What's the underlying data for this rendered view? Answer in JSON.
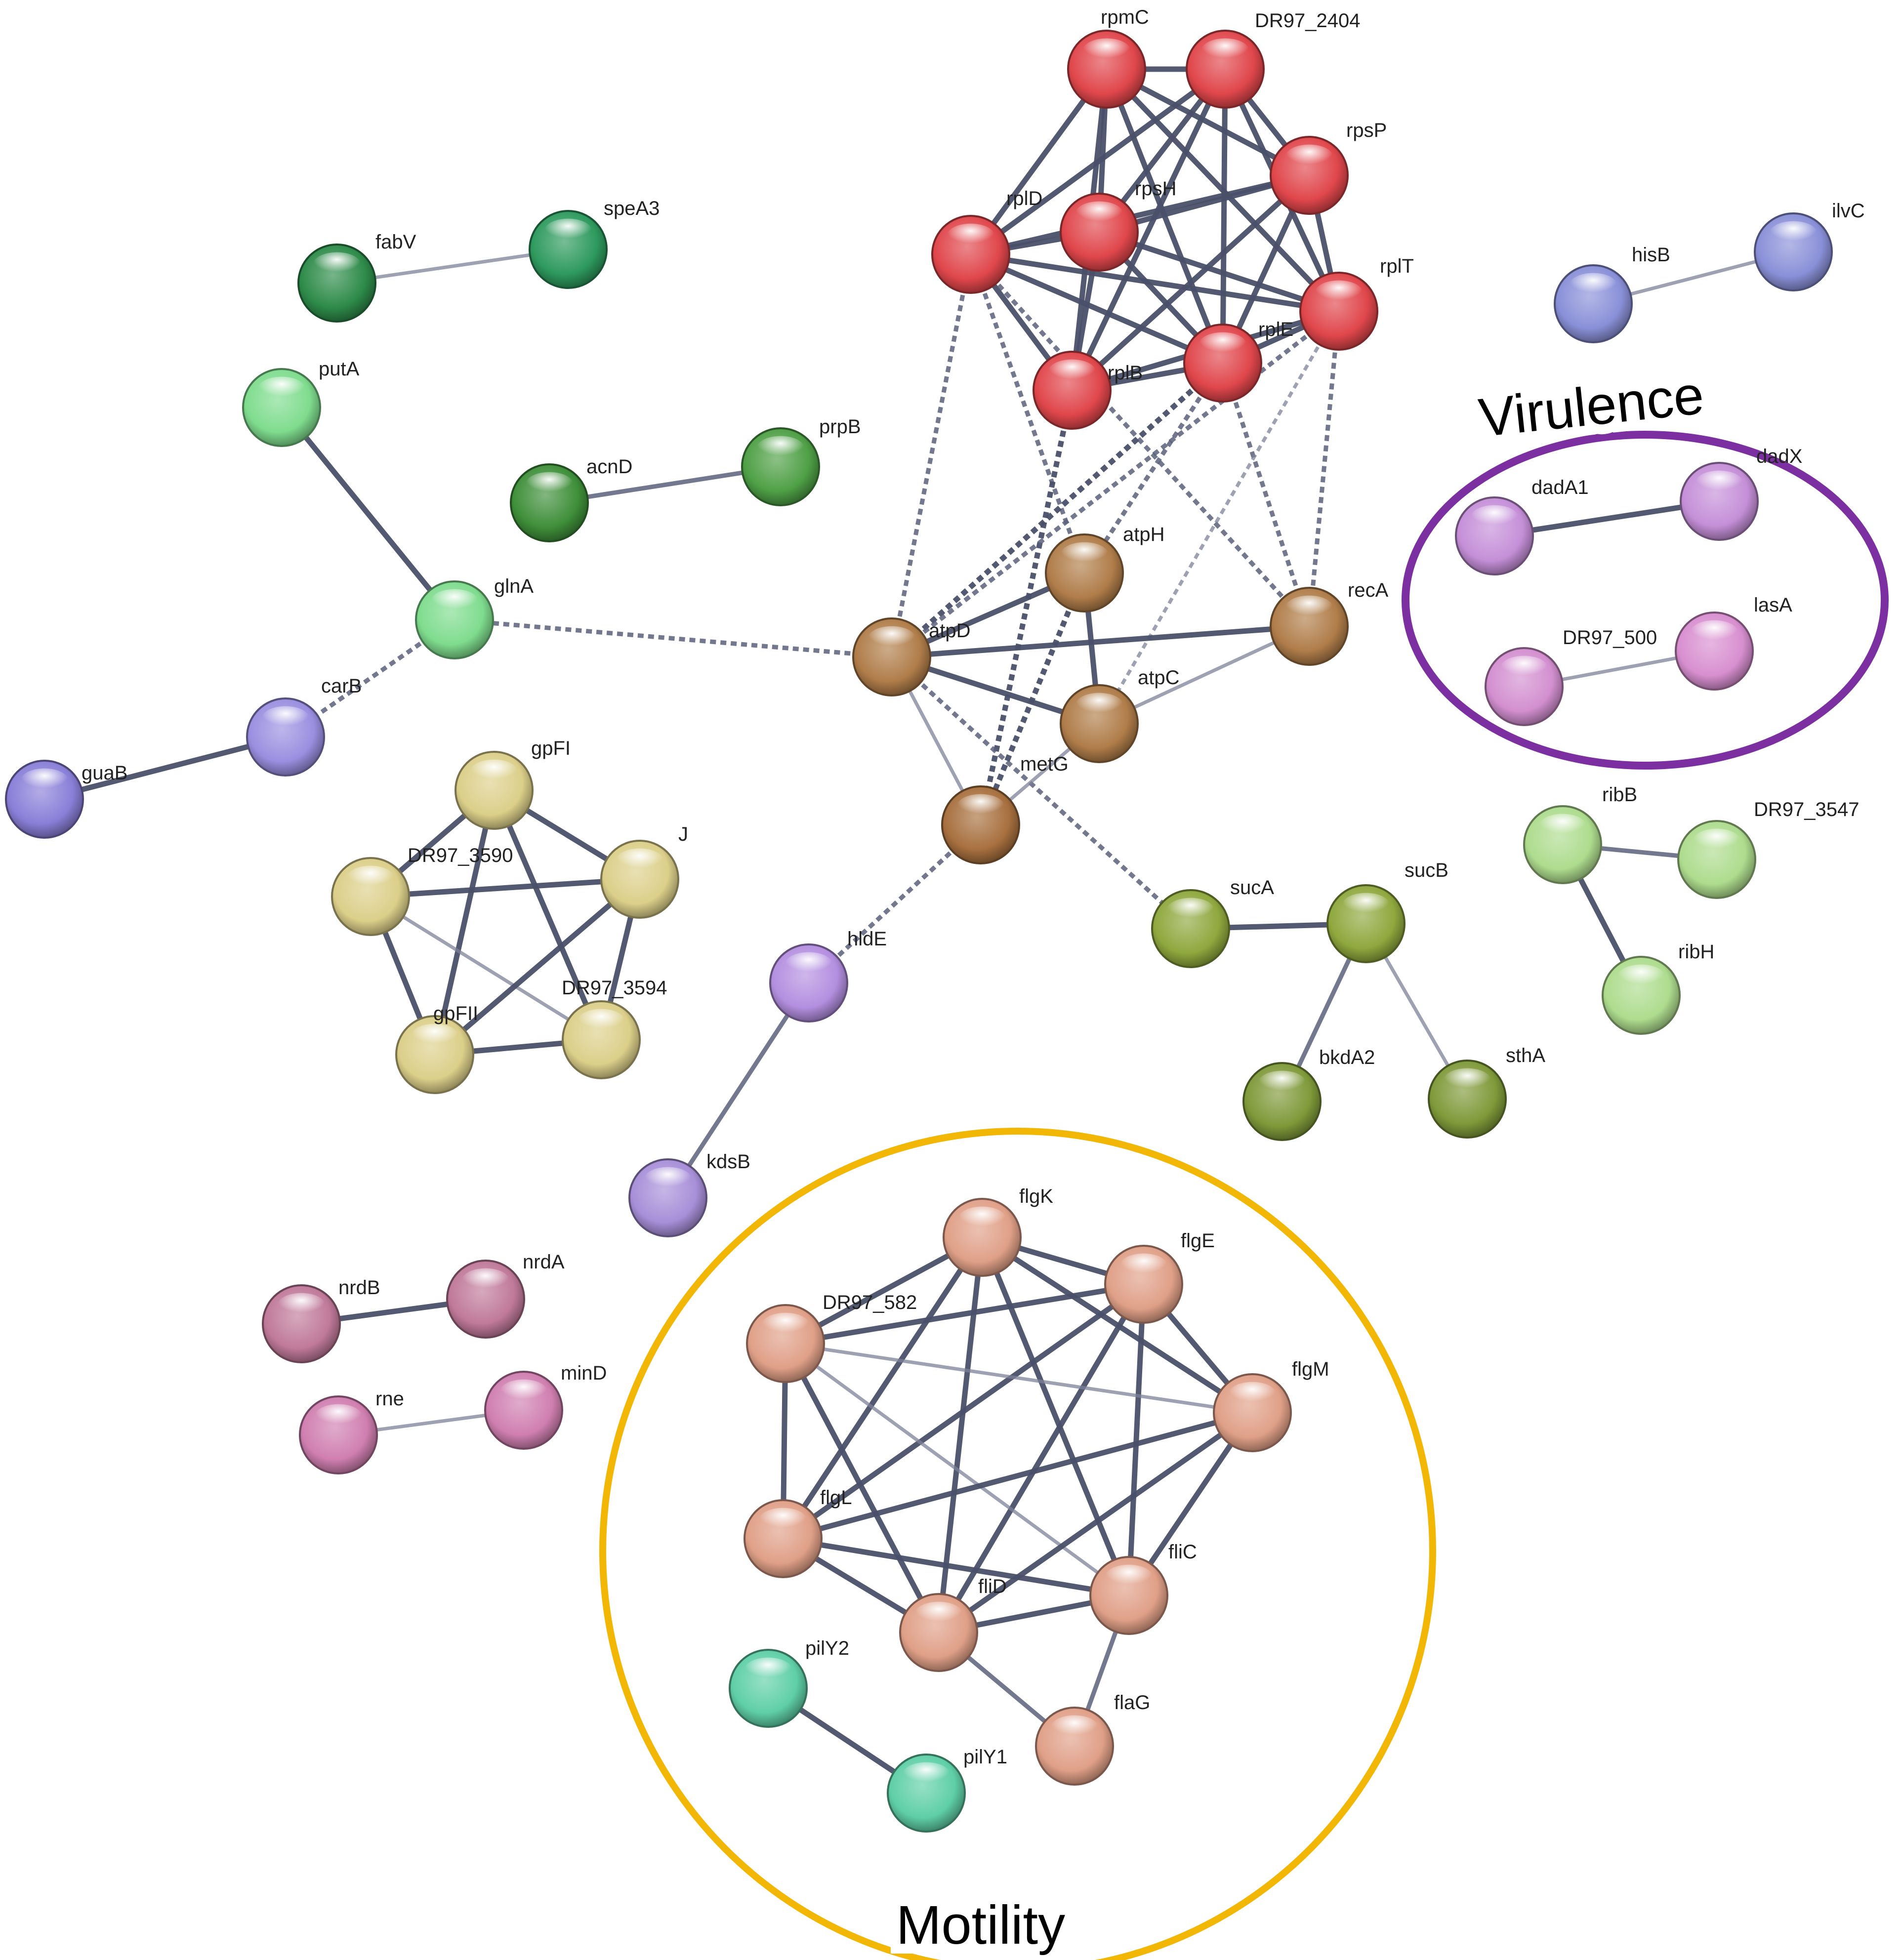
{
  "groups": [
    {
      "id": "virulence",
      "label": "Virulence",
      "color": "#7b2fa0"
    },
    {
      "id": "motility",
      "label": "Motility",
      "color": "#f2b705"
    }
  ],
  "nodes": [
    {
      "id": "rpmC",
      "label": "rpmC",
      "color": "#e0474c"
    },
    {
      "id": "DR97_2404",
      "label": "DR97_2404",
      "color": "#e0474c"
    },
    {
      "id": "rpsP",
      "label": "rpsP",
      "color": "#e0474c"
    },
    {
      "id": "rplD",
      "label": "rplD",
      "color": "#e0474c"
    },
    {
      "id": "rpsH",
      "label": "rpsH",
      "color": "#e0474c"
    },
    {
      "id": "rplT",
      "label": "rplT",
      "color": "#e0474c"
    },
    {
      "id": "rplB",
      "label": "rplB",
      "color": "#e0474c"
    },
    {
      "id": "rplE",
      "label": "rplE",
      "color": "#e0474c"
    },
    {
      "id": "fabV",
      "label": "fabV",
      "color": "#2e8b4a"
    },
    {
      "id": "speA3",
      "label": "speA3",
      "color": "#2e9a5e"
    },
    {
      "id": "putA",
      "label": "putA",
      "color": "#7fdc8e"
    },
    {
      "id": "acnD",
      "label": "acnD",
      "color": "#3f8f3a"
    },
    {
      "id": "prpB",
      "label": "prpB",
      "color": "#4fa046"
    },
    {
      "id": "glnA",
      "label": "glnA",
      "color": "#7fdc8e"
    },
    {
      "id": "carB",
      "label": "carB",
      "color": "#9a8fe0"
    },
    {
      "id": "guaB",
      "label": "guaB",
      "color": "#8a7fd8"
    },
    {
      "id": "hisB",
      "label": "hisB",
      "color": "#8a90d8"
    },
    {
      "id": "ilvC",
      "label": "ilvC",
      "color": "#8a90d8"
    },
    {
      "id": "dadA1",
      "label": "dadA1",
      "color": "#c58fd8"
    },
    {
      "id": "dadX",
      "label": "dadX",
      "color": "#c58fd8"
    },
    {
      "id": "DR97_500",
      "label": "DR97_500",
      "color": "#d38fd0"
    },
    {
      "id": "lasA",
      "label": "lasA",
      "color": "#d88fd0"
    },
    {
      "id": "atpH",
      "label": "atpH",
      "color": "#b07d4a"
    },
    {
      "id": "atpD",
      "label": "atpD",
      "color": "#b07d4a"
    },
    {
      "id": "recA",
      "label": "recA",
      "color": "#b07d4a"
    },
    {
      "id": "atpC",
      "label": "atpC",
      "color": "#b07d4a"
    },
    {
      "id": "metG",
      "label": "metG",
      "color": "#a8703f"
    },
    {
      "id": "gpFI",
      "label": "gpFI",
      "color": "#dccf8a"
    },
    {
      "id": "DR97_3590",
      "label": "DR97_3590",
      "color": "#dccf8a"
    },
    {
      "id": "J",
      "label": "J",
      "color": "#dccf8a"
    },
    {
      "id": "gpFII",
      "label": "gpFII",
      "color": "#dccf8a"
    },
    {
      "id": "DR97_3594",
      "label": "DR97_3594",
      "color": "#dccf8a"
    },
    {
      "id": "hldE",
      "label": "hldE",
      "color": "#b48fe0"
    },
    {
      "id": "kdsB",
      "label": "kdsB",
      "color": "#a88fd8"
    },
    {
      "id": "sucA",
      "label": "sucA",
      "color": "#8fa83e"
    },
    {
      "id": "sucB",
      "label": "sucB",
      "color": "#8fa83e"
    },
    {
      "id": "bkdA2",
      "label": "bkdA2",
      "color": "#7f9a3a"
    },
    {
      "id": "sthA",
      "label": "sthA",
      "color": "#7f9a3a"
    },
    {
      "id": "ribB",
      "label": "ribB",
      "color": "#aedc8e"
    },
    {
      "id": "DR97_3547",
      "label": "DR97_3547",
      "color": "#aedc8e"
    },
    {
      "id": "ribH",
      "label": "ribH",
      "color": "#aedc8e"
    },
    {
      "id": "nrdB",
      "label": "nrdB",
      "color": "#c07a9a"
    },
    {
      "id": "nrdA",
      "label": "nrdA",
      "color": "#c07a9a"
    },
    {
      "id": "rne",
      "label": "rne",
      "color": "#d07fb0"
    },
    {
      "id": "minD",
      "label": "minD",
      "color": "#d07fb0"
    },
    {
      "id": "flgK",
      "label": "flgK",
      "color": "#e0a088"
    },
    {
      "id": "flgE",
      "label": "flgE",
      "color": "#e0a088"
    },
    {
      "id": "DR97_582",
      "label": "DR97_582",
      "color": "#e0a088"
    },
    {
      "id": "flgM",
      "label": "flgM",
      "color": "#e0a088"
    },
    {
      "id": "flgL",
      "label": "flgL",
      "color": "#e0a088"
    },
    {
      "id": "fliC",
      "label": "fliC",
      "color": "#e0a088"
    },
    {
      "id": "fliD",
      "label": "fliD",
      "color": "#e0a088"
    },
    {
      "id": "flaG",
      "label": "flaG",
      "color": "#e0a088"
    },
    {
      "id": "pilY2",
      "label": "pilY2",
      "color": "#5fcfa8"
    },
    {
      "id": "pilY1",
      "label": "pilY1",
      "color": "#5fcfa8"
    }
  ],
  "edges": [
    {
      "source": "rpmC",
      "target": "DR97_2404",
      "style": "solid",
      "weight": "strong"
    },
    {
      "source": "rpmC",
      "target": "rpsP",
      "style": "solid",
      "weight": "strong"
    },
    {
      "source": "rpmC",
      "target": "rplD",
      "style": "solid",
      "weight": "strong"
    },
    {
      "source": "rpmC",
      "target": "rpsH",
      "style": "solid",
      "weight": "strong"
    },
    {
      "source": "rpmC",
      "target": "rplT",
      "style": "solid",
      "weight": "strong"
    },
    {
      "source": "rpmC",
      "target": "rplB",
      "style": "solid",
      "weight": "strong"
    },
    {
      "source": "rpmC",
      "target": "rplE",
      "style": "solid",
      "weight": "strong"
    },
    {
      "source": "DR97_2404",
      "target": "rpsP",
      "style": "solid",
      "weight": "strong"
    },
    {
      "source": "DR97_2404",
      "target": "rplD",
      "style": "solid",
      "weight": "strong"
    },
    {
      "source": "DR97_2404",
      "target": "rpsH",
      "style": "solid",
      "weight": "strong"
    },
    {
      "source": "DR97_2404",
      "target": "rplT",
      "style": "solid",
      "weight": "strong"
    },
    {
      "source": "DR97_2404",
      "target": "rplB",
      "style": "solid",
      "weight": "strong"
    },
    {
      "source": "DR97_2404",
      "target": "rplE",
      "style": "solid",
      "weight": "strong"
    },
    {
      "source": "rpsP",
      "target": "rplD",
      "style": "solid",
      "weight": "strong"
    },
    {
      "source": "rpsP",
      "target": "rpsH",
      "style": "solid",
      "weight": "strong"
    },
    {
      "source": "rpsP",
      "target": "rplT",
      "style": "solid",
      "weight": "strong"
    },
    {
      "source": "rpsP",
      "target": "rplB",
      "style": "solid",
      "weight": "strong"
    },
    {
      "source": "rpsP",
      "target": "rplE",
      "style": "solid",
      "weight": "strong"
    },
    {
      "source": "rplD",
      "target": "rpsH",
      "style": "solid",
      "weight": "strong"
    },
    {
      "source": "rplD",
      "target": "rplT",
      "style": "solid",
      "weight": "strong"
    },
    {
      "source": "rplD",
      "target": "rplB",
      "style": "solid",
      "weight": "strong"
    },
    {
      "source": "rplD",
      "target": "rplE",
      "style": "solid",
      "weight": "strong"
    },
    {
      "source": "rpsH",
      "target": "rplT",
      "style": "solid",
      "weight": "strong"
    },
    {
      "source": "rpsH",
      "target": "rplB",
      "style": "solid",
      "weight": "strong"
    },
    {
      "source": "rpsH",
      "target": "rplE",
      "style": "solid",
      "weight": "strong"
    },
    {
      "source": "rplT",
      "target": "rplB",
      "style": "solid",
      "weight": "strong"
    },
    {
      "source": "rplT",
      "target": "rplE",
      "style": "solid",
      "weight": "strong"
    },
    {
      "source": "rplB",
      "target": "rplE",
      "style": "solid",
      "weight": "strong"
    },
    {
      "source": "rplD",
      "target": "atpD",
      "style": "dashed",
      "weight": "medium"
    },
    {
      "source": "rplD",
      "target": "atpH",
      "style": "dashed",
      "weight": "medium"
    },
    {
      "source": "rplD",
      "target": "recA",
      "style": "dashed",
      "weight": "medium"
    },
    {
      "source": "rplB",
      "target": "metG",
      "style": "dashed",
      "weight": "strong"
    },
    {
      "source": "rplE",
      "target": "atpD",
      "style": "dashed",
      "weight": "strong"
    },
    {
      "source": "rplE",
      "target": "atpH",
      "style": "dashed",
      "weight": "medium"
    },
    {
      "source": "rplE",
      "target": "recA",
      "style": "dashed",
      "weight": "medium"
    },
    {
      "source": "rplT",
      "target": "atpD",
      "style": "dashed",
      "weight": "medium"
    },
    {
      "source": "rplT",
      "target": "recA",
      "style": "dashed",
      "weight": "medium"
    },
    {
      "source": "rplT",
      "target": "atpC",
      "style": "dashed",
      "weight": "light"
    },
    {
      "source": "atpD",
      "target": "atpH",
      "style": "solid",
      "weight": "strong"
    },
    {
      "source": "atpD",
      "target": "recA",
      "style": "solid",
      "weight": "strong"
    },
    {
      "source": "atpD",
      "target": "atpC",
      "style": "solid",
      "weight": "strong"
    },
    {
      "source": "atpD",
      "target": "metG",
      "style": "solid",
      "weight": "light"
    },
    {
      "source": "atpD",
      "target": "sucA",
      "style": "dashed",
      "weight": "medium"
    },
    {
      "source": "atpD",
      "target": "glnA",
      "style": "dashed",
      "weight": "medium"
    },
    {
      "source": "atpH",
      "target": "atpC",
      "style": "solid",
      "weight": "strong"
    },
    {
      "source": "atpH",
      "target": "metG",
      "style": "dashed",
      "weight": "strong"
    },
    {
      "source": "atpC",
      "target": "recA",
      "style": "solid",
      "weight": "light"
    },
    {
      "source": "atpC",
      "target": "metG",
      "style": "solid",
      "weight": "light"
    },
    {
      "source": "metG",
      "target": "hldE",
      "style": "dashed",
      "weight": "medium"
    },
    {
      "source": "fabV",
      "target": "speA3",
      "style": "solid",
      "weight": "light"
    },
    {
      "source": "putA",
      "target": "glnA",
      "style": "solid",
      "weight": "strong"
    },
    {
      "source": "acnD",
      "target": "prpB",
      "style": "solid",
      "weight": "medium"
    },
    {
      "source": "glnA",
      "target": "carB",
      "style": "dashed",
      "weight": "medium"
    },
    {
      "source": "carB",
      "target": "guaB",
      "style": "solid",
      "weight": "strong"
    },
    {
      "source": "hisB",
      "target": "ilvC",
      "style": "solid",
      "weight": "light"
    },
    {
      "source": "dadA1",
      "target": "dadX",
      "style": "solid",
      "weight": "strong"
    },
    {
      "source": "DR97_500",
      "target": "lasA",
      "style": "solid",
      "weight": "light"
    },
    {
      "source": "gpFI",
      "target": "DR97_3590",
      "style": "solid",
      "weight": "strong"
    },
    {
      "source": "gpFI",
      "target": "J",
      "style": "solid",
      "weight": "strong"
    },
    {
      "source": "gpFI",
      "target": "gpFII",
      "style": "solid",
      "weight": "strong"
    },
    {
      "source": "gpFI",
      "target": "DR97_3594",
      "style": "solid",
      "weight": "strong"
    },
    {
      "source": "DR97_3590",
      "target": "J",
      "style": "solid",
      "weight": "strong"
    },
    {
      "source": "DR97_3590",
      "target": "gpFII",
      "style": "solid",
      "weight": "strong"
    },
    {
      "source": "DR97_3590",
      "target": "DR97_3594",
      "style": "solid",
      "weight": "light"
    },
    {
      "source": "J",
      "target": "gpFII",
      "style": "solid",
      "weight": "strong"
    },
    {
      "source": "J",
      "target": "DR97_3594",
      "style": "solid",
      "weight": "strong"
    },
    {
      "source": "gpFII",
      "target": "DR97_3594",
      "style": "solid",
      "weight": "strong"
    },
    {
      "source": "hldE",
      "target": "kdsB",
      "style": "solid",
      "weight": "medium"
    },
    {
      "source": "sucA",
      "target": "sucB",
      "style": "solid",
      "weight": "strong"
    },
    {
      "source": "sucB",
      "target": "bkdA2",
      "style": "solid",
      "weight": "medium"
    },
    {
      "source": "sucB",
      "target": "sthA",
      "style": "solid",
      "weight": "light"
    },
    {
      "source": "ribB",
      "target": "DR97_3547",
      "style": "solid",
      "weight": "medium"
    },
    {
      "source": "ribB",
      "target": "ribH",
      "style": "solid",
      "weight": "strong"
    },
    {
      "source": "nrdB",
      "target": "nrdA",
      "style": "solid",
      "weight": "strong"
    },
    {
      "source": "rne",
      "target": "minD",
      "style": "solid",
      "weight": "light"
    },
    {
      "source": "flgK",
      "target": "flgE",
      "style": "solid",
      "weight": "strong"
    },
    {
      "source": "flgK",
      "target": "DR97_582",
      "style": "solid",
      "weight": "strong"
    },
    {
      "source": "flgK",
      "target": "flgM",
      "style": "solid",
      "weight": "strong"
    },
    {
      "source": "flgK",
      "target": "flgL",
      "style": "solid",
      "weight": "strong"
    },
    {
      "source": "flgK",
      "target": "fliC",
      "style": "solid",
      "weight": "strong"
    },
    {
      "source": "flgK",
      "target": "fliD",
      "style": "solid",
      "weight": "strong"
    },
    {
      "source": "flgE",
      "target": "DR97_582",
      "style": "solid",
      "weight": "strong"
    },
    {
      "source": "flgE",
      "target": "flgM",
      "style": "solid",
      "weight": "strong"
    },
    {
      "source": "flgE",
      "target": "flgL",
      "style": "solid",
      "weight": "strong"
    },
    {
      "source": "flgE",
      "target": "fliC",
      "style": "solid",
      "weight": "strong"
    },
    {
      "source": "flgE",
      "target": "fliD",
      "style": "solid",
      "weight": "strong"
    },
    {
      "source": "DR97_582",
      "target": "flgM",
      "style": "solid",
      "weight": "light"
    },
    {
      "source": "DR97_582",
      "target": "flgL",
      "style": "solid",
      "weight": "strong"
    },
    {
      "source": "DR97_582",
      "target": "fliC",
      "style": "solid",
      "weight": "light"
    },
    {
      "source": "DR97_582",
      "target": "fliD",
      "style": "solid",
      "weight": "strong"
    },
    {
      "source": "flgM",
      "target": "flgL",
      "style": "solid",
      "weight": "strong"
    },
    {
      "source": "flgM",
      "target": "fliC",
      "style": "solid",
      "weight": "strong"
    },
    {
      "source": "flgM",
      "target": "fliD",
      "style": "solid",
      "weight": "strong"
    },
    {
      "source": "flgL",
      "target": "fliC",
      "style": "solid",
      "weight": "strong"
    },
    {
      "source": "flgL",
      "target": "fliD",
      "style": "solid",
      "weight": "strong"
    },
    {
      "source": "fliC",
      "target": "fliD",
      "style": "solid",
      "weight": "strong"
    },
    {
      "source": "fliD",
      "target": "flaG",
      "style": "solid",
      "weight": "medium"
    },
    {
      "source": "fliC",
      "target": "flaG",
      "style": "solid",
      "weight": "medium"
    },
    {
      "source": "pilY2",
      "target": "pilY1",
      "style": "solid",
      "weight": "strong"
    }
  ]
}
